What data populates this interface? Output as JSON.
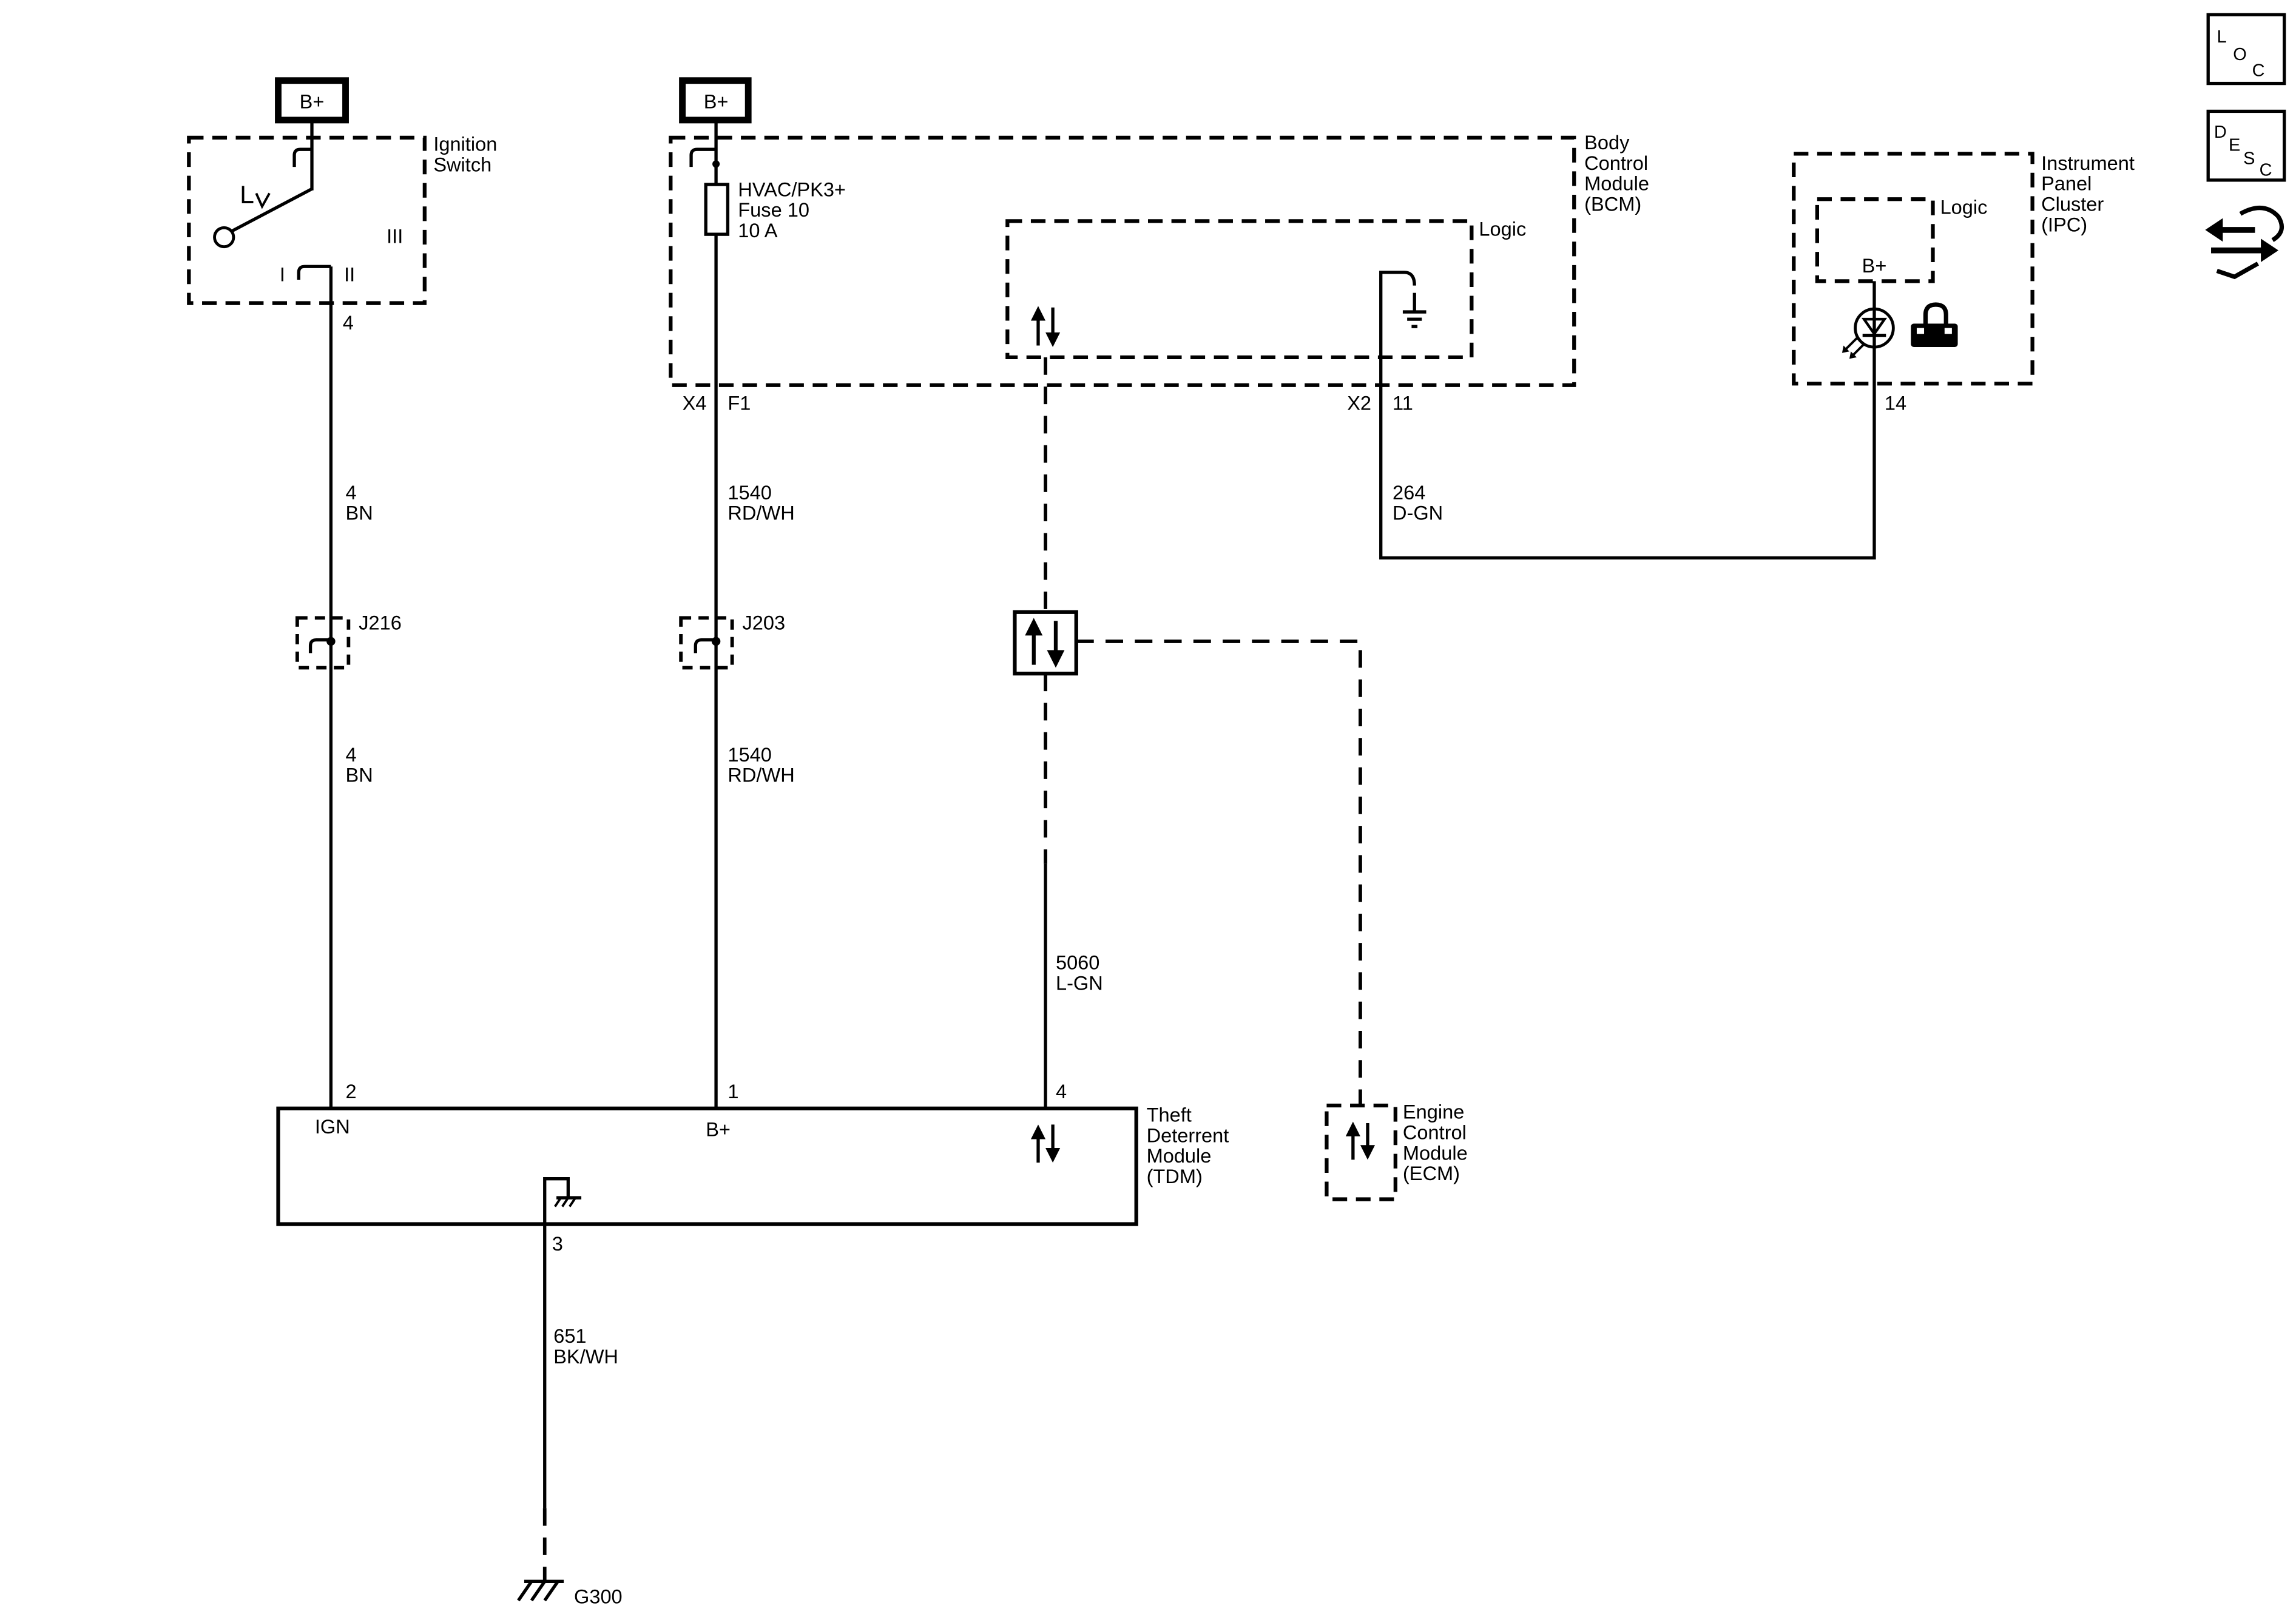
{
  "corner_badges": {
    "loc": [
      "L",
      "O",
      "C"
    ],
    "desc": [
      "D",
      "E",
      "S",
      "C"
    ]
  },
  "supplies": {
    "ignition_switch_feed": "B+",
    "bcm_feed": "B+"
  },
  "ignition_switch": {
    "title": [
      "Ignition",
      "Switch"
    ],
    "positions": [
      "I",
      "II",
      "III"
    ],
    "pin": "4"
  },
  "bcm": {
    "title": [
      "Body",
      "Control",
      "Module",
      "(BCM)"
    ],
    "fuse": [
      "HVAC/PK3+",
      "Fuse 10",
      "10 A"
    ],
    "logic": "Logic",
    "feed_connector": "X4",
    "feed_pin": "F1",
    "output_connector": "X2",
    "output_pin": "11"
  },
  "ipc": {
    "title": [
      "Instrument",
      "Panel",
      "Cluster",
      "(IPC)"
    ],
    "logic": "Logic",
    "logic_supply": "B+",
    "pin": "14"
  },
  "circuits": {
    "ignition_upper": {
      "number": "4",
      "color": "BN"
    },
    "ignition_lower": {
      "number": "4",
      "color": "BN"
    },
    "battery_upper": {
      "number": "1540",
      "color": "RD/WH"
    },
    "battery_lower": {
      "number": "1540",
      "color": "RD/WH"
    },
    "indicator": {
      "number": "264",
      "color": "D-GN"
    },
    "serial_data": {
      "number": "5060",
      "color": "L-GN"
    },
    "ground": {
      "number": "651",
      "color": "BK/WH"
    }
  },
  "splices": {
    "ignition": "J216",
    "battery": "J203"
  },
  "tdm": {
    "title": [
      "Theft",
      "Deterrent",
      "Module",
      "(TDM)"
    ],
    "pins": {
      "ignition": "2",
      "battery": "1",
      "serial_data": "4",
      "ground": "3"
    },
    "terminals": {
      "ignition": "IGN",
      "battery": "B+"
    }
  },
  "ecm": {
    "title": [
      "Engine",
      "Control",
      "Module",
      "(ECM)"
    ]
  },
  "ground_point": "G300",
  "colors": {
    "ink": "#000000",
    "paper": "#ffffff"
  },
  "icons": {
    "top_right": [
      "location-icon",
      "description-icon",
      "schematic-navigation-icon"
    ],
    "ipc": [
      "led-icon",
      "security-lock-icon"
    ],
    "modules": [
      "serial-data-arrows-icon",
      "ground-icon",
      "fuse-icon",
      "connector-icon"
    ]
  }
}
